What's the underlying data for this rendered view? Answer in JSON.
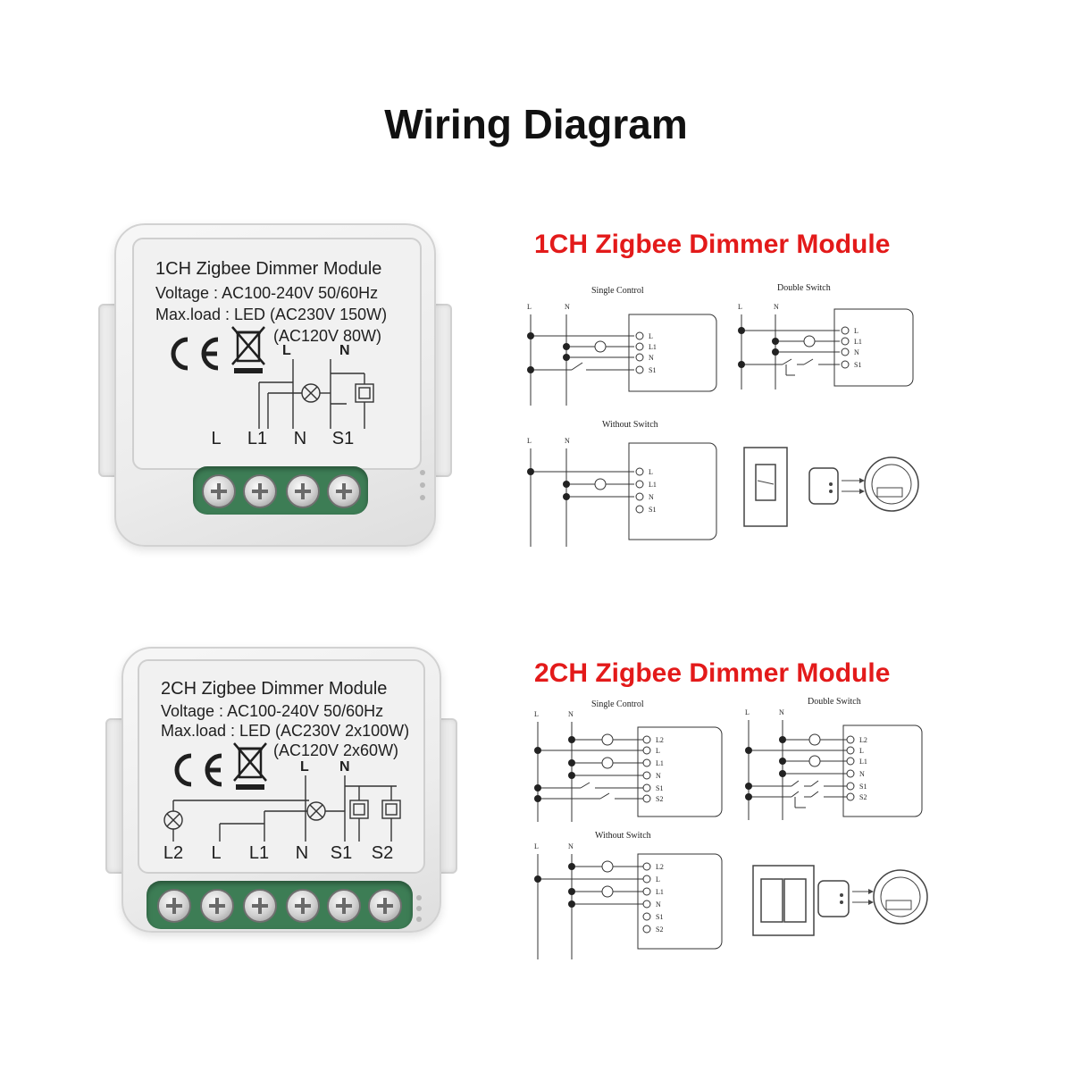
{
  "page": {
    "title": "Wiring Diagram"
  },
  "device_1ch": {
    "module_name": "1CH Zigbee Dimmer Module",
    "voltage": "Voltage : AC100-240V 50/60Hz",
    "max_load": "Max.load : LED (AC230V 150W)",
    "max_load_120": "(AC120V 80W)",
    "ce_mark": "CE",
    "pin_L": "L",
    "pin_N": "N",
    "terminals": [
      "L",
      "L1",
      "N",
      "S1"
    ]
  },
  "device_2ch": {
    "module_name": "2CH Zigbee Dimmer Module",
    "voltage": "Voltage : AC100-240V 50/60Hz",
    "max_load": "Max.load : LED (AC230V 2x100W)",
    "max_load_120": "(AC120V 2x60W)",
    "ce_mark": "CE",
    "pin_L": "L",
    "pin_N": "N",
    "terminals": [
      "L2",
      "L",
      "L1",
      "N",
      "S1",
      "S2"
    ]
  },
  "section_1ch": {
    "title": "1CH Zigbee Dimmer Module",
    "single_control": "Single Control",
    "double_switch": "Double Switch",
    "without_switch": "Without Switch",
    "line_L": "L",
    "line_N": "N",
    "module_pins": [
      "L",
      "L1",
      "N",
      "S1"
    ]
  },
  "section_2ch": {
    "title": "2CH Zigbee Dimmer Module",
    "single_control": "Single Control",
    "double_switch": "Double Switch",
    "without_switch": "Without Switch",
    "line_L": "L",
    "line_N": "N",
    "module_pins": [
      "L2",
      "L",
      "L1",
      "N",
      "S1",
      "S2"
    ]
  },
  "colors": {
    "accent_red": "#e31a1a",
    "terminal_green": "#3d7d55"
  },
  "icons": [
    "ce-mark-icon",
    "weee-bin-icon",
    "lamp-icon",
    "switch-icon",
    "wall-switch-icon",
    "wall-box-icon"
  ]
}
